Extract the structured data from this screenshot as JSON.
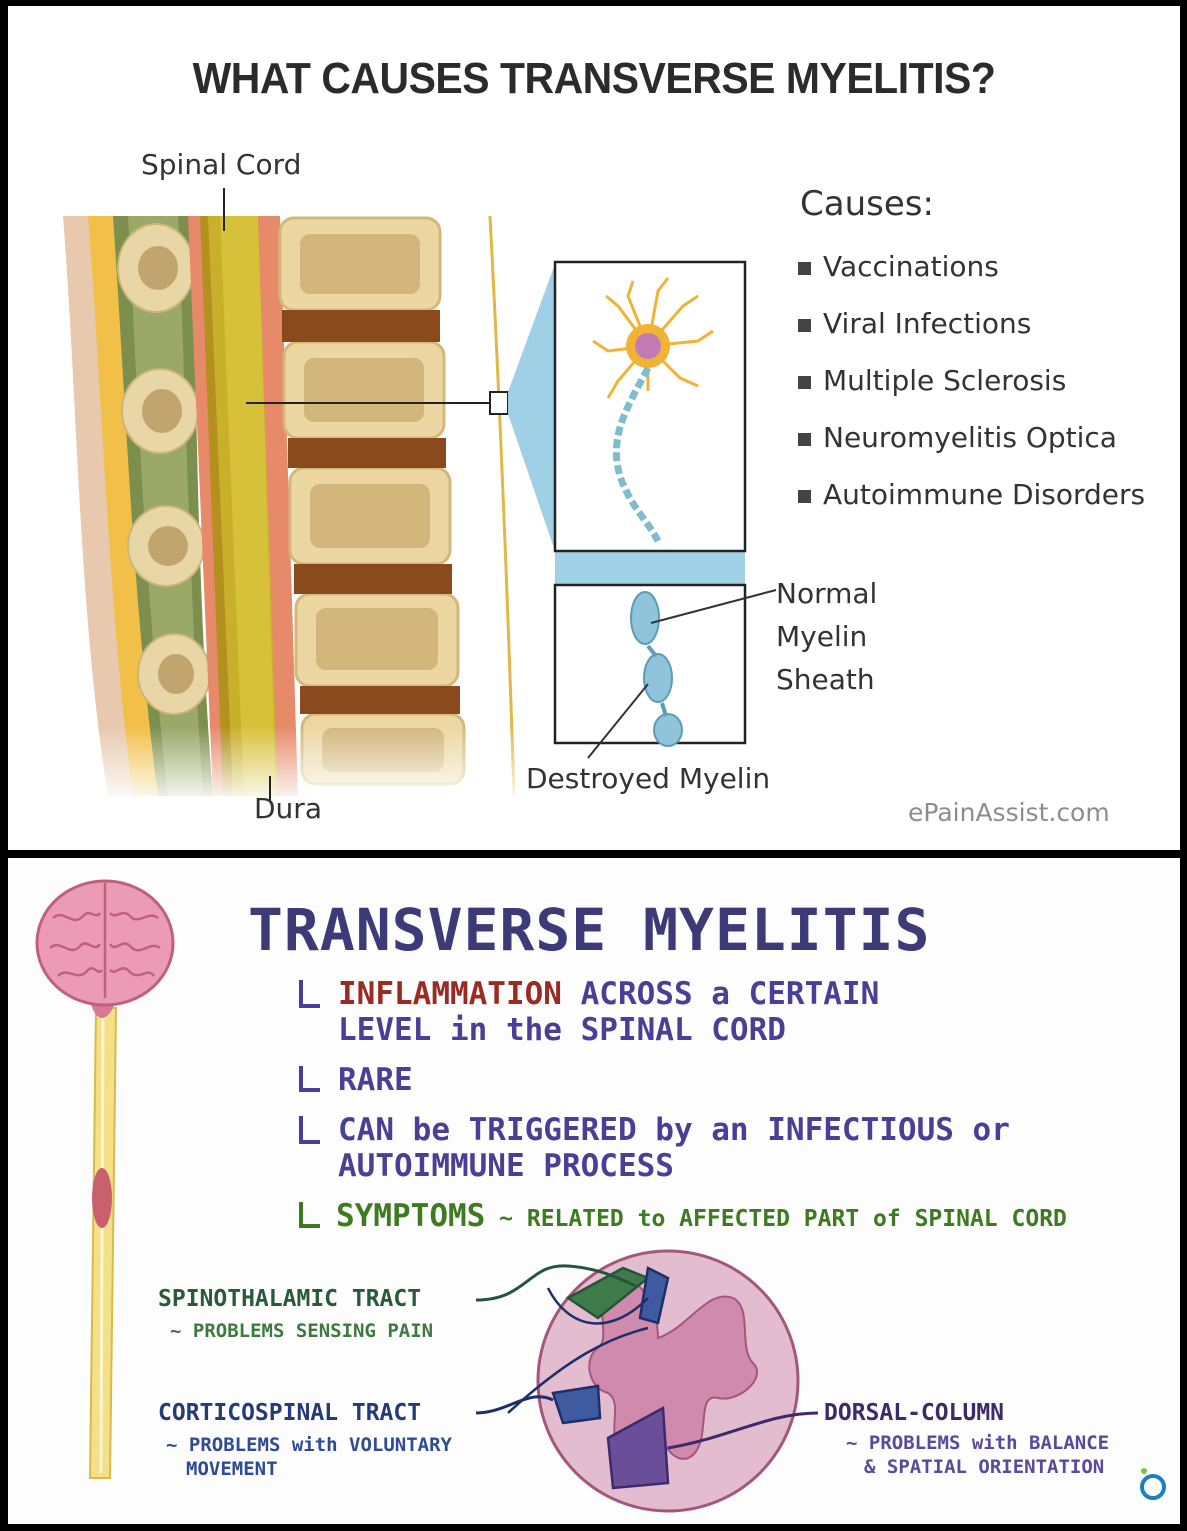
{
  "top": {
    "title": "WHAT CAUSES TRANSVERSE MYELITIS?",
    "labels": {
      "spinal_cord": "Spinal Cord",
      "dura": "Dura",
      "normal_myelin": [
        "Normal",
        "Myelin",
        "Sheath"
      ],
      "destroyed_myelin": "Destroyed Myelin"
    },
    "causes_heading": "Causes:",
    "causes": [
      "Vaccinations",
      "Viral Infections",
      "Multiple Sclerosis",
      "Neuromyelitis Optica",
      "Autoimmune Disorders"
    ],
    "credit": "ePainAssist.com"
  },
  "bottom": {
    "title": "TRANSVERSE MYELITIS",
    "bullets": [
      {
        "parts": [
          {
            "text": "INFLAMMATION",
            "color": "#9a2b22"
          },
          {
            "text": " ACROSS a CERTAIN",
            "color": "#4a3f96"
          }
        ],
        "line2": "LEVEL in the SPINAL CORD"
      },
      {
        "parts": [
          {
            "text": "RARE",
            "color": "#4a3f96"
          }
        ]
      },
      {
        "parts": [
          {
            "text": "CAN be TRIGGERED by an INFECTIOUS or",
            "color": "#4a3f96"
          }
        ],
        "line2": "AUTOIMMUNE PROCESS"
      },
      {
        "parts": [
          {
            "text": "SYMPTOMS",
            "color": "#3e7a1f"
          },
          {
            "text": " ~ RELATED to AFFECTED PART of SPINAL CORD",
            "color": "#3e7a1f"
          }
        ]
      }
    ],
    "tracts": {
      "spinothalamic": {
        "name": "SPINOTHALAMIC TRACT",
        "desc": "~ PROBLEMS SENSING PAIN"
      },
      "corticospinal": {
        "name": "CORTICOSPINAL TRACT",
        "desc1": "~ PROBLEMS with VOLUNTARY",
        "desc2": "MOVEMENT"
      },
      "dorsal": {
        "name": "DORSAL-COLUMN",
        "desc1": "~ PROBLEMS with BALANCE",
        "desc2": "& SPATIAL ORIENTATION"
      }
    },
    "logo_text": "O"
  }
}
